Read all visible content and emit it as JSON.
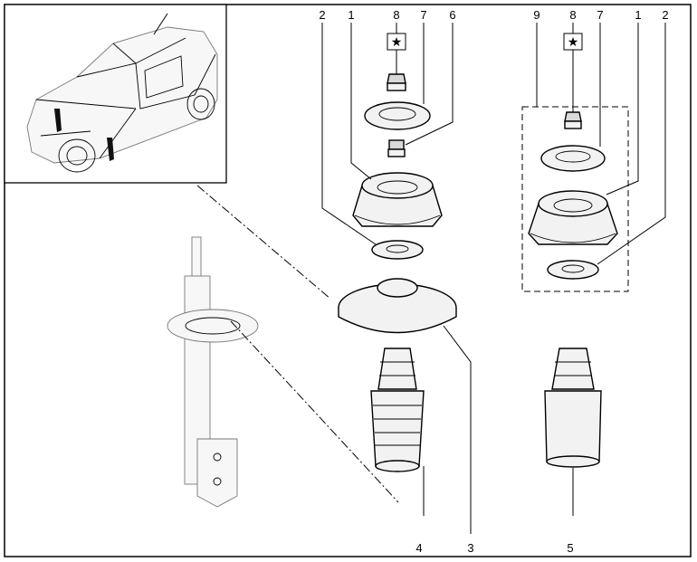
{
  "callouts": {
    "c1a": "1",
    "c2a": "2",
    "c3": "3",
    "c4": "4",
    "c5": "5",
    "c6": "6",
    "c7a": "7",
    "c8a": "8",
    "c9": "9",
    "c8b": "8",
    "c7b": "7",
    "c1b": "1",
    "c2b": "2",
    "star_a": "★",
    "star_b": "★"
  },
  "icons": {
    "star": "star-icon",
    "vehicle": "vehicle-crossover-icon",
    "strut": "shock-absorber-strut-icon"
  }
}
